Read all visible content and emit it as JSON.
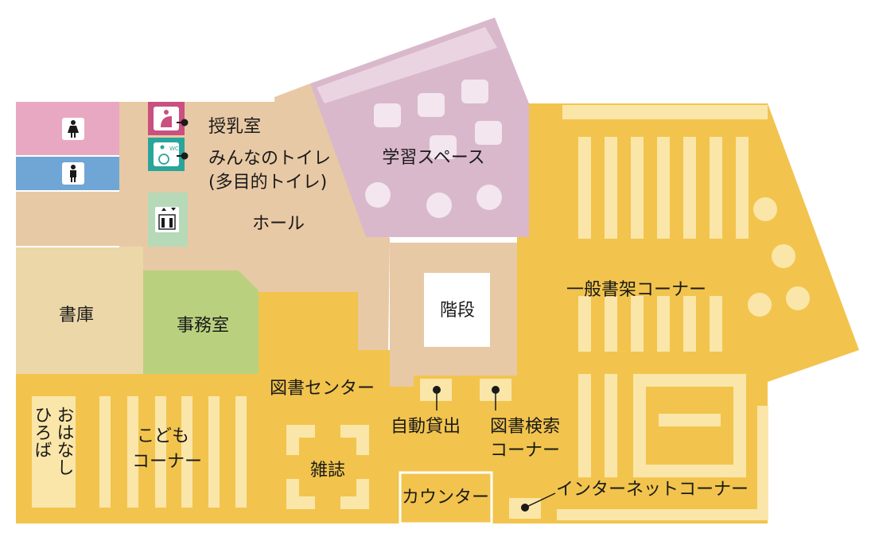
{
  "rooms": {
    "nursing": "授乳室",
    "multi_toilet_line1": "みんなのトイレ",
    "multi_toilet_line2": "(多目的トイレ)",
    "study_space": "学習スペース",
    "hall": "ホール",
    "stairs": "階段",
    "storage": "書庫",
    "office": "事務室",
    "general_shelves": "一般書架コーナー",
    "library_center": "図書センター",
    "self_checkout": "自動貸出",
    "search_line1": "図書検索",
    "search_line2": "コーナー",
    "kids_line1": "こども",
    "kids_line2": "コーナー",
    "story_col1": "おはなし",
    "story_col2": "ひろば",
    "magazines": "雑誌",
    "counter": "カウンター",
    "internet": "インターネットコーナー"
  },
  "icons": {
    "womens_restroom": "female-restroom-icon",
    "mens_restroom": "male-restroom-icon",
    "nursing_room": "baby-care-icon",
    "accessible_toilet": "wheelchair-wc-icon",
    "elevator": "elevator-icon",
    "wc_tag": "WC"
  },
  "colors": {
    "main_floor": "#f2c44d",
    "hall": "#e8c9a5",
    "study": "#d9b8cc",
    "office": "#b9d17e",
    "storage": "#ecd7a9",
    "women": "#e9a8c2",
    "men": "#6fa6d6",
    "shelf": "#fbe6a9",
    "nursing_icon": "#c9507f",
    "wc_icon": "#2aa59a",
    "elevator_box": "#b6d9b8"
  }
}
